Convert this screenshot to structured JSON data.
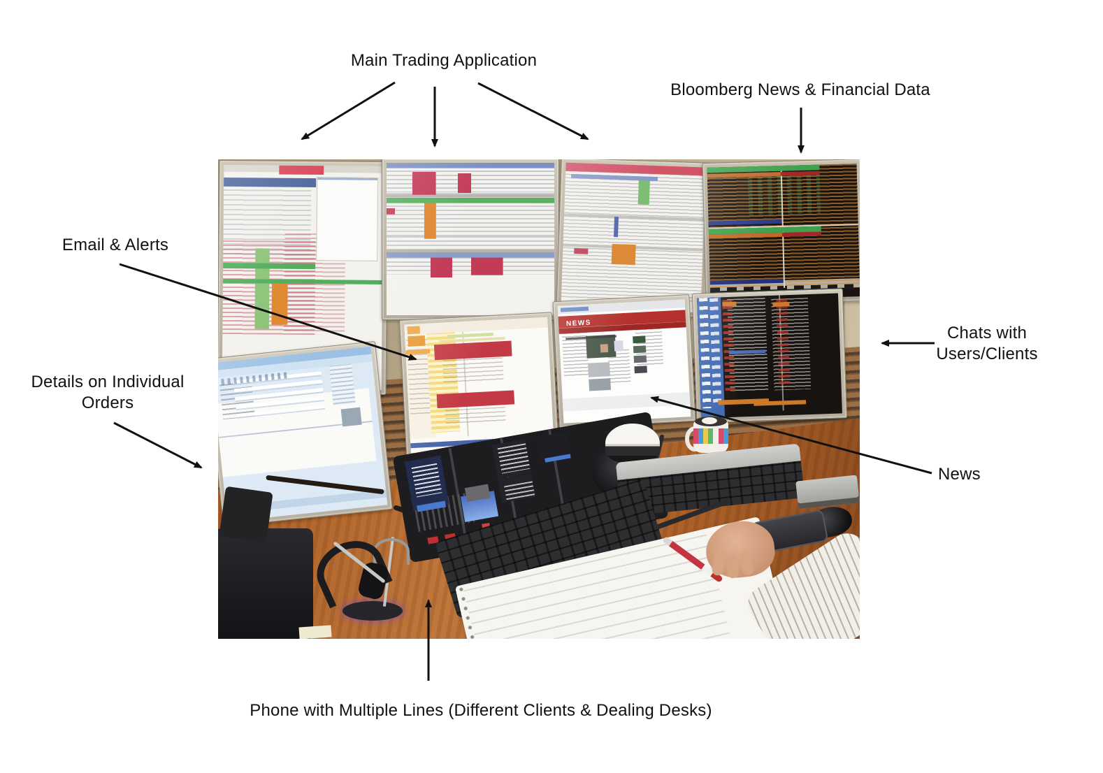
{
  "annotations": {
    "main_trading_application": "Main Trading Application",
    "bloomberg_news": "Bloomberg News & Financial Data",
    "email_alerts": "Email & Alerts",
    "details_orders": "Details on Individual Orders",
    "chats_users_clients": "Chats with Users/Clients",
    "news": "News",
    "phone_multi_lines": "Phone with Multiple Lines (Different Clients & Dealing Desks)"
  },
  "photo": {
    "news_monitor_banner": "NEWS",
    "scene_objects": [
      "trading-grid-monitor",
      "trading-blotter-monitor",
      "trading-sheet-monitor",
      "bloomberg-terminal-monitor",
      "order-details-monitor",
      "email-client-monitor",
      "news-webpage-monitor",
      "chat-terminal-monitor",
      "dealerboard-phone-turret",
      "black-keyboard",
      "silver-keyboard",
      "mouse",
      "second-mouse",
      "iphone",
      "coffee-mug",
      "spiral-notebook",
      "red-pen",
      "headset-on-stand",
      "speakerphone-dome",
      "trader-hand-on-mouse",
      "striped-sleeve"
    ]
  },
  "colors": {
    "ink": "#111111",
    "wall": "#a89878",
    "wall_light": "#d8cfbc",
    "bezel": "#c7bfae",
    "desk": "#b4662a",
    "desk_dark": "#8a4a1e",
    "slat": "#9a6f45",
    "screen_white": "#f3f2ed",
    "header_blue": "#5272b4",
    "bar_green": "#4fae57",
    "block_red": "#c23553",
    "block_orange": "#e0862f",
    "bb_bg": "#191410",
    "bb_orange": "#d0802f",
    "bb_green": "#3fa14d",
    "bbc_red": "#b5312d",
    "chat_bg": "#171310",
    "chat_orange": "#cc7a28",
    "desktop_blue": "#3f68b0",
    "email_red": "#c33a44",
    "row_yellow": "#f6d977",
    "skin": "#d9a885",
    "device_black": "#1d1c1e"
  }
}
